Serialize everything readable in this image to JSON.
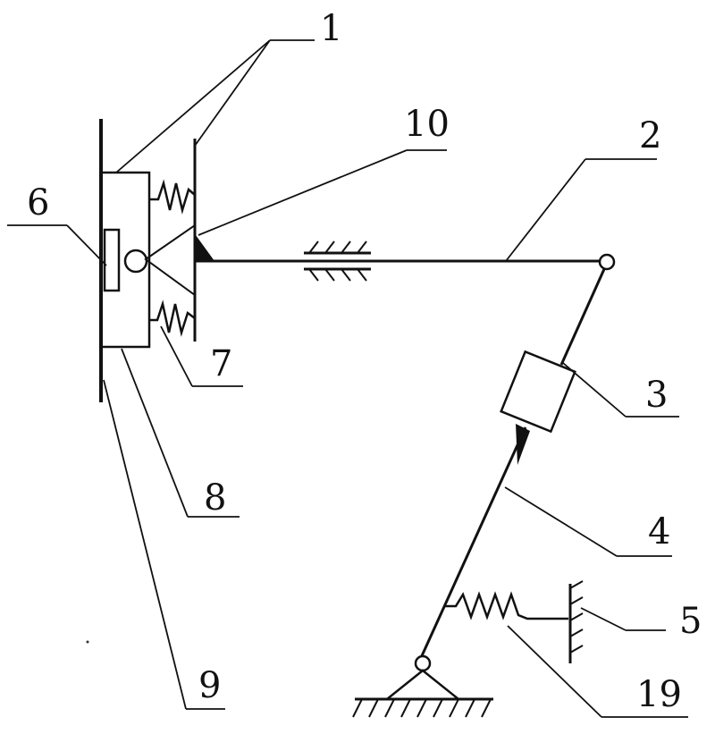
{
  "diagram": {
    "labels": {
      "l1": "1",
      "l2": "2",
      "l3": "3",
      "l4": "4",
      "l5": "5",
      "l6": "6",
      "l7": "7",
      "l8": "8",
      "l9": "9",
      "l10": "10",
      "l19": "19"
    }
  }
}
